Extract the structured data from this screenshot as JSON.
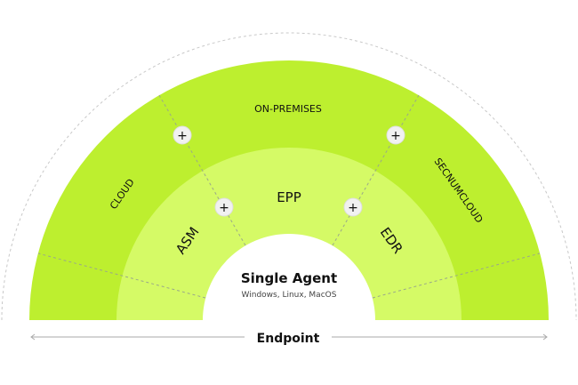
{
  "outer_ring": {
    "labels": {
      "cloud": "CLOUD",
      "on_premises": "ON-PREMISES",
      "secnumcloud": "SECNUMCLOUD"
    }
  },
  "inner_ring": {
    "labels": {
      "asm": "ASM",
      "epp": "EPP",
      "edr": "EDR"
    }
  },
  "core": {
    "title": "Single Agent",
    "subtitle": "Windows, Linux, MacOS"
  },
  "axis": {
    "label": "Endpoint"
  },
  "expand_buttons": [
    "+",
    "+",
    "+",
    "+"
  ],
  "colors": {
    "outer": "#BDEF2F",
    "inner": "#D5FA66",
    "core": "#FFFFFF"
  }
}
